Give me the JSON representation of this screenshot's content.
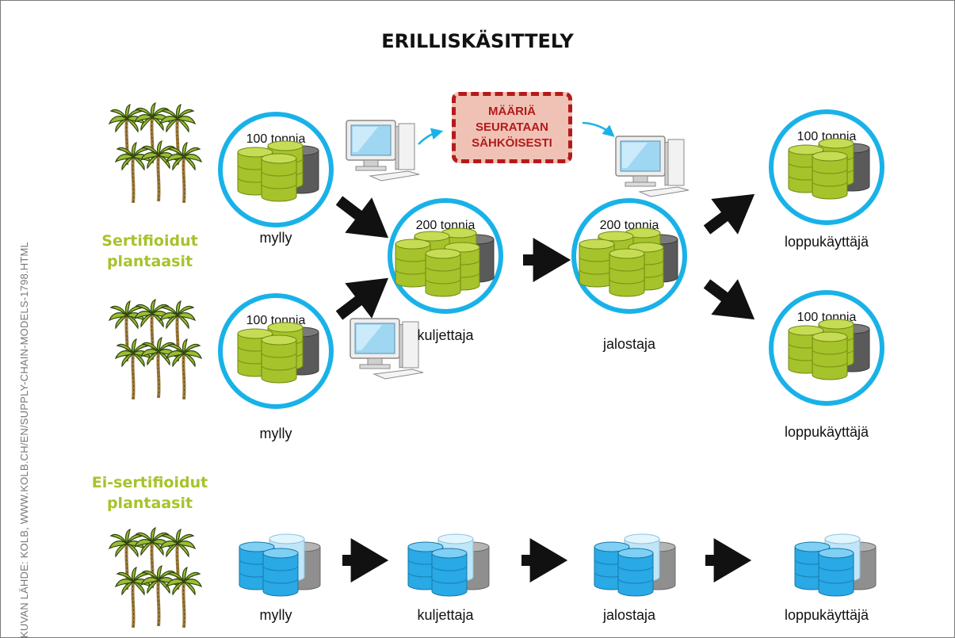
{
  "title": "ERILLISKÄSITTELY",
  "credit": "KUVAN LÄHDE: KOLB, WWW.KOLB.CH/EN/SUPPLY-CHAIN-MODELS-1798.HTML",
  "certified_group": {
    "line1": "Sertifioidut",
    "line2": "plantaasit"
  },
  "uncertified_group": {
    "line1": "Ei-sertifioidut",
    "line2": "plantaasit"
  },
  "callout": {
    "line1": "MÄÄRIÄ",
    "line2": "SEURATAAN",
    "line3": "SÄHKÖISESTI"
  },
  "certified_flow": {
    "mill_top": {
      "amount": "100 tonnia",
      "label": "mylly"
    },
    "mill_bottom": {
      "amount": "100 tonnia",
      "label": "mylly"
    },
    "transporter": {
      "amount": "200 tonnia",
      "label": "kuljettaja"
    },
    "refiner": {
      "amount": "200 tonnia",
      "label": "jalostaja"
    },
    "enduser_top": {
      "amount": "100 tonnia",
      "label": "loppukäyttäjä"
    },
    "enduser_bottom": {
      "amount": "100 tonnia",
      "label": "loppukäyttäjä"
    }
  },
  "uncertified_flow": {
    "mill": "mylly",
    "transporter": "kuljettaja",
    "refiner": "jalostaja",
    "enduser": "loppukäyttäjä"
  },
  "colors": {
    "ring": "#19b2e8",
    "certified_barrel": "#a6c32b",
    "uncertified_barrel": "#29a9e6",
    "group_label": "#a6c32b",
    "callout_border": "#b31b1b",
    "callout_fill": "#f0c2b6",
    "arrow": "#111111"
  },
  "icons": [
    "palm-tree-icon",
    "barrel-stack-icon",
    "computer-icon",
    "arrow-icon"
  ]
}
